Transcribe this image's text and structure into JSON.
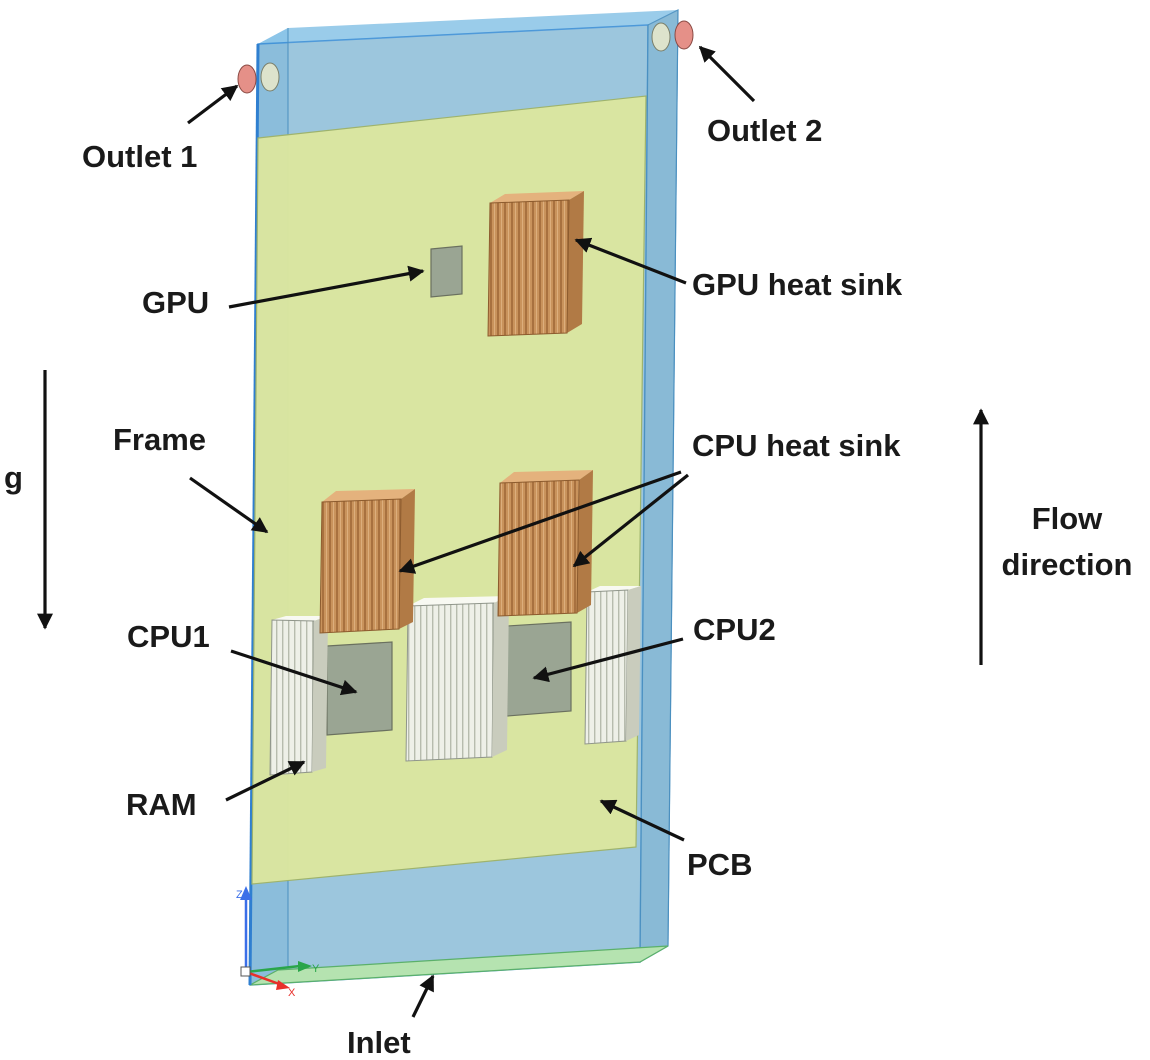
{
  "labels": {
    "outlet1": "Outlet 1",
    "outlet2": "Outlet 2",
    "gpu": "GPU",
    "gpu_heat_sink": "GPU heat sink",
    "frame": "Frame",
    "cpu_heat_sink": "CPU heat sink",
    "gravity": "g",
    "flow_line1": "Flow",
    "flow_line2": "direction",
    "cpu1": "CPU1",
    "cpu2": "CPU2",
    "ram": "RAM",
    "pcb": "PCB",
    "inlet": "Inlet"
  },
  "axis": {
    "z": "Z",
    "y": "Y",
    "x": "X"
  },
  "colors": {
    "frame_fill": "#8fbfd9",
    "frame_edge": "#3d8fd6",
    "pcb": "#dbe6a0",
    "heat_sink": "#c9935c",
    "chip": "#9aa593",
    "ram": "#eef0e8",
    "outlet_red": "#e59088",
    "inlet_green": "#b5e3b0",
    "axis_z": "#3b6fe8",
    "axis_y": "#2aa54a",
    "axis_x": "#e8302b"
  },
  "icons": [
    "gravity-arrow",
    "flow-arrow",
    "coordinate-triad"
  ]
}
